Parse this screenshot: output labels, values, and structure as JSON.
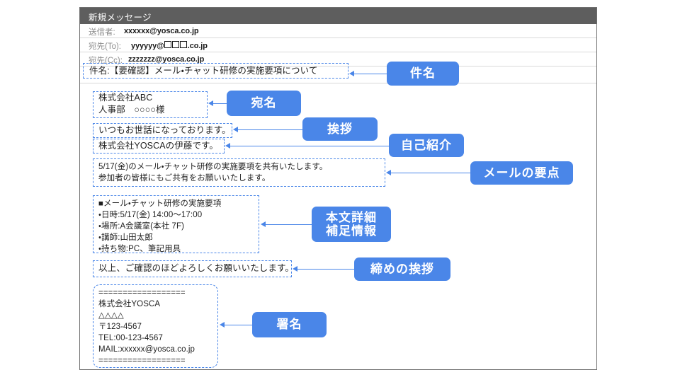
{
  "window": {
    "title": "新規メッセージ"
  },
  "headers": [
    {
      "label": "送信者:",
      "value": "xxxxxx@yosca.co.jp"
    },
    {
      "label": "宛先(To):",
      "value_prefix": "yyyyyy@",
      "value_suffix": ".co.jp",
      "masked_boxes": 3
    },
    {
      "label": "宛先(Cc):",
      "value": "zzzzzzz@yosca.co.jp"
    }
  ],
  "body": {
    "subject": "件名:【要確認】メール・チャット研修の実施要項について",
    "address": "株式会社ABC\n人事部　○○○○様",
    "greeting": "いつもお世話になっております。",
    "self_intro": "株式会社YOSCAの伊藤です。",
    "main_point": "5/17(金)のメール・チャット研修の実施要項を共有いたします。\n参加者の皆様にもご共有をお願いいたします。",
    "details": "■メール・チャット研修の実施要項\n・日時:5/17(金) 14:00〜17:00\n・場所:A会議室(本社 7F)\n・講師:山田太郎\n・持ち物:PC、筆記用具",
    "closing": "以上、ご確認のほどよろしくお願いいたします。",
    "signature": "==================\n株式会社YOSCA\n△△△△\n〒123-4567\nTEL:00-123-4567\nMAIL:xxxxxx@yosca.co.jp\n=================="
  },
  "callouts": [
    {
      "id": "subject",
      "label": "件名"
    },
    {
      "id": "address",
      "label": "宛名"
    },
    {
      "id": "greeting",
      "label": "挨拶"
    },
    {
      "id": "self-intro",
      "label": "自己紹介"
    },
    {
      "id": "main-point",
      "label": "メールの要点"
    },
    {
      "id": "details",
      "label": "本文詳細\n補足情報"
    },
    {
      "id": "closing",
      "label": "締めの挨拶"
    },
    {
      "id": "signature",
      "label": "署名"
    }
  ],
  "colors": {
    "accent_blue": "#4a86e8",
    "titlebar_gray": "#5e5e5e",
    "label_gray": "#8c8c8c",
    "body_text": "#1f1f1f",
    "panel_border": "#6f6f6f"
  }
}
